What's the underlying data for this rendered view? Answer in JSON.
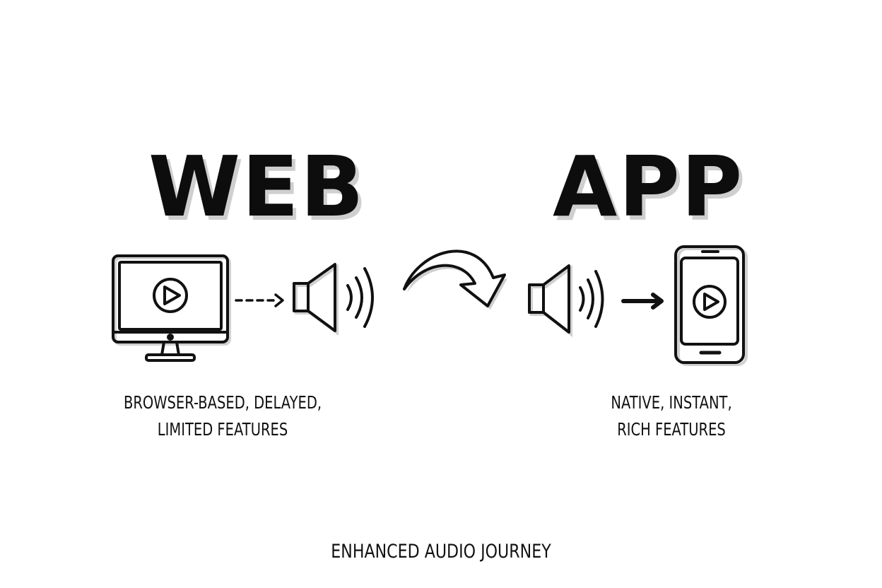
{
  "web": {
    "title": "WEB",
    "caption_line1": "BROWSER-BASED, DELAYED,",
    "caption_line2": "LIMITED FEATURES",
    "icons": [
      "desktop-monitor-icon",
      "play-icon",
      "dashed-arrow-icon",
      "speaker-icon"
    ]
  },
  "transition": {
    "icon": "curved-arrow-icon"
  },
  "app": {
    "title": "APP",
    "caption_line1": "NATIVE, INSTANT,",
    "caption_line2": "RICH FEATURES",
    "icons": [
      "speaker-icon",
      "solid-arrow-icon",
      "smartphone-icon",
      "play-icon"
    ]
  },
  "footer": {
    "text": "ENHANCED AUDIO JOURNEY"
  },
  "colors": {
    "ink": "#0d0d0d",
    "shadow": "#cfcfcf",
    "background": "#ffffff"
  }
}
